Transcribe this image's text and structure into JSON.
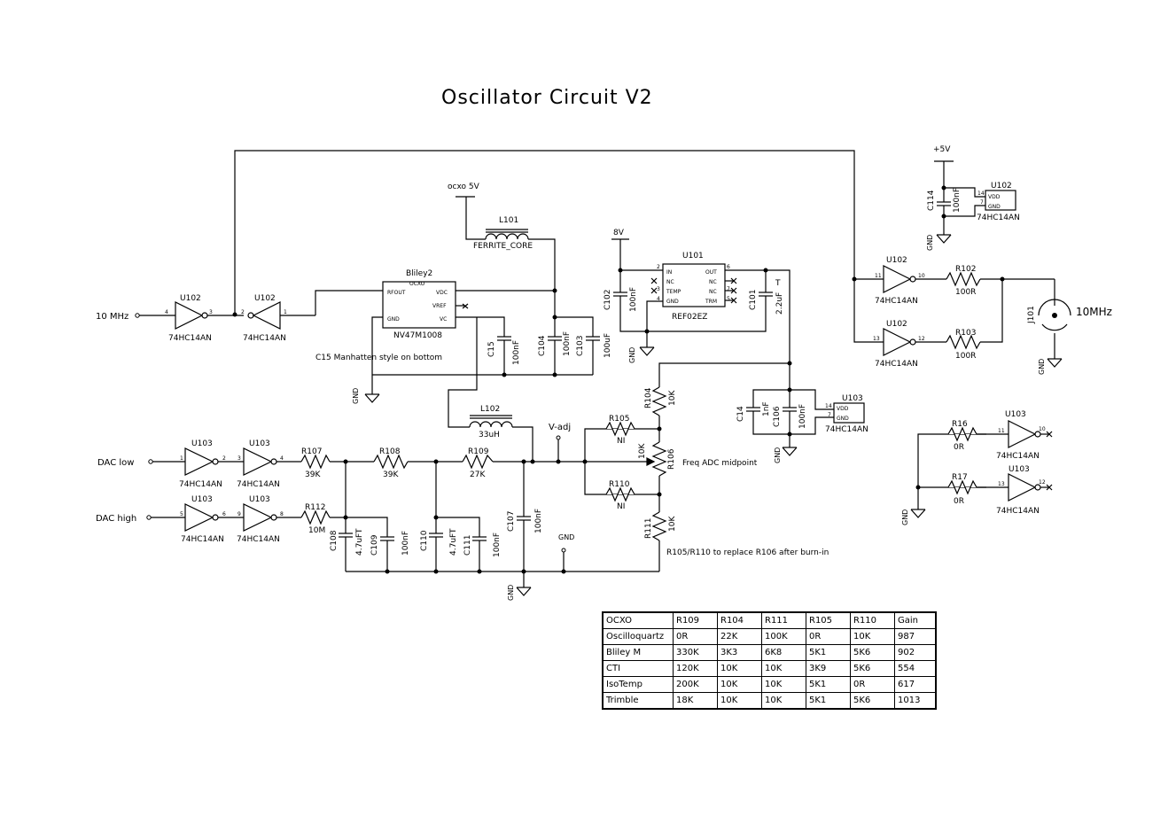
{
  "title": "Oscillator Circuit V2",
  "labels": {
    "in_10mhz": "10 MHz",
    "ocxo_5v": "ocxo 5V",
    "v8": "8V",
    "plus5v": "+5V",
    "dac_low": "DAC low",
    "dac_high": "DAC high",
    "vadj": "V-adj",
    "gnd": "GND",
    "out_10mhz": "10MHz",
    "c15_note": "C15 Manhatten style on bottom",
    "freq_note": "Freq ADC midpoint",
    "replace_note": "R105/R110 to replace R106 after burn-in"
  },
  "ocxo": {
    "name": "Bliley2",
    "sub": "OCXO",
    "part": "NV47M1008",
    "pins": [
      "RFOUT",
      "GND",
      "VDC",
      "VREF",
      "VC"
    ]
  },
  "ref": {
    "name": "U101",
    "part": "REF02EZ",
    "pins_left": [
      "IN",
      "NC",
      "TEMP",
      "GND"
    ],
    "pins_right": [
      "OUT",
      "NC",
      "NC",
      "TRM"
    ],
    "pin_nums": [
      "2",
      "3",
      "4",
      "6",
      "7",
      "5"
    ],
    "out_pin": "6"
  },
  "inductors": {
    "l101": "L101",
    "l101_val": "FERRITE_CORE",
    "l102": "L102",
    "l102_val": "33uH"
  },
  "gates": {
    "u102": "U102",
    "u103": "U103",
    "part": "74HC14AN",
    "pins": [
      "4",
      "3",
      "2",
      "1",
      "11",
      "10",
      "13",
      "12",
      "1",
      "2",
      "3",
      "4",
      "5",
      "6",
      "9",
      "8",
      "11",
      "10",
      "13",
      "12"
    ]
  },
  "power_units": {
    "u102": "U102",
    "u103": "U103",
    "part": "74HC14AN",
    "vdd": "VDD",
    "gnd": "GND",
    "p14": "14",
    "p7": "7"
  },
  "resistors": {
    "r102": "R102",
    "r102v": "100R",
    "r103": "R103",
    "r103v": "100R",
    "r104": "R104",
    "r104v": "10K",
    "r105": "R105",
    "r105v": "NI",
    "r106": "R106",
    "r106v": "10K",
    "r107": "R107",
    "r107v": "39K",
    "r108": "R108",
    "r108v": "39K",
    "r109": "R109",
    "r109v": "27K",
    "r110": "R110",
    "r110v": "NI",
    "r111": "R111",
    "r111v": "10K",
    "r112": "R112",
    "r112v": "10M",
    "r16": "R16",
    "r16v": "0R",
    "r17": "R17",
    "r17v": "0R"
  },
  "capacitors": {
    "c14": "C14",
    "c14v": "1nF",
    "c15": "C15",
    "c15v": "100nF",
    "c101": "C101",
    "c101v": "2.2uF",
    "c102": "C102",
    "c102v": "100nF",
    "c103": "C103",
    "c103v": "100uF",
    "c104": "C104",
    "c104v": "100nF",
    "c106": "C106",
    "c106v": "100nF",
    "c107": "C107",
    "c107v": "100nF",
    "c108": "C108",
    "c108v": "4.7uFT",
    "c109": "C109",
    "c109v": "100nF",
    "c110": "C110",
    "c110v": "4.7uFT",
    "c111": "C111",
    "c111v": "100nF",
    "c114": "C114",
    "c114v": "100nF",
    "t_mark": "T"
  },
  "connector": {
    "name": "J101"
  },
  "table": {
    "headers": [
      "OCXO",
      "R109",
      "R104",
      "R111",
      "R105",
      "R110",
      "Gain"
    ],
    "rows": [
      [
        "Oscilloquartz",
        "0R",
        "22K",
        "100K",
        "0R",
        "10K",
        "987"
      ],
      [
        "Bliley M",
        "330K",
        "3K3",
        "6K8",
        "5K1",
        "5K6",
        "902"
      ],
      [
        "CTI",
        "120K",
        "10K",
        "10K",
        "3K9",
        "5K6",
        "554"
      ],
      [
        "IsoTemp",
        "200K",
        "10K",
        "10K",
        "5K1",
        "0R",
        "617"
      ],
      [
        "Trimble",
        "18K",
        "10K",
        "10K",
        "5K1",
        "5K6",
        "1013"
      ]
    ]
  }
}
